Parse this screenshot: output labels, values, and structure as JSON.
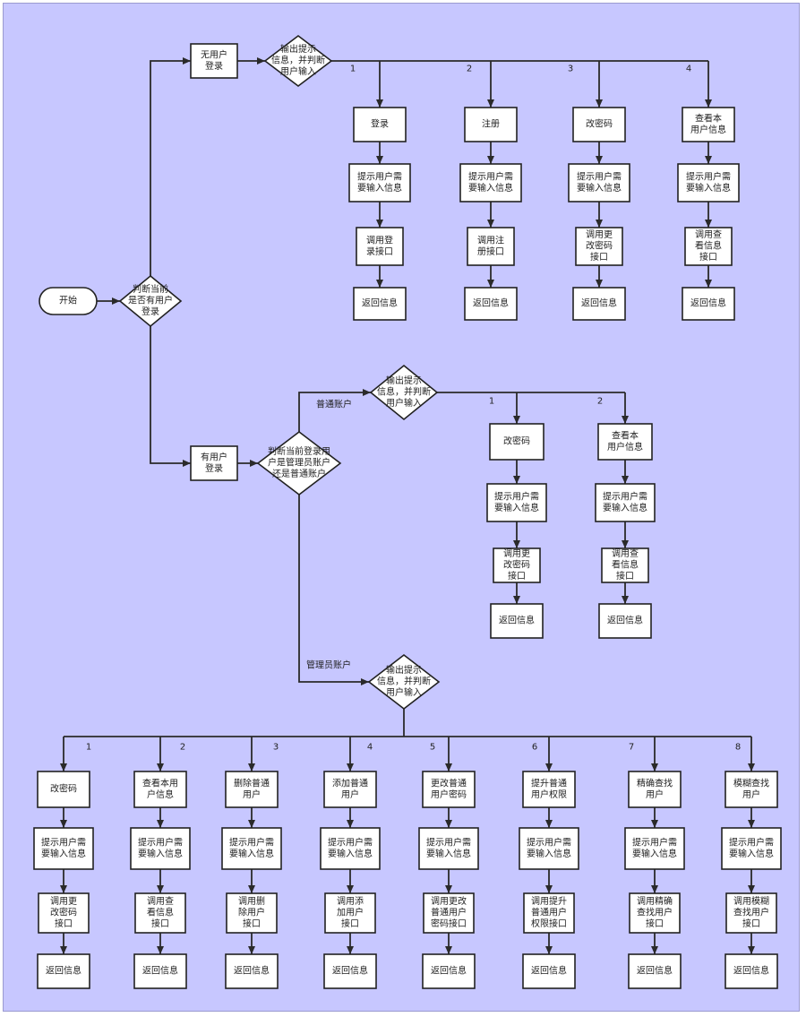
{
  "colors": {
    "background": "#c7c7ff",
    "node_fill": "#ffffff",
    "stroke": "#2a2a2a"
  },
  "nodes": {
    "start": [
      "开始"
    ],
    "judge_login": [
      "判断当前",
      "是否有用户",
      "登录"
    ],
    "no_user": [
      "无用户",
      "登录"
    ],
    "has_user": [
      "有用户",
      "登录"
    ],
    "prompt_top": [
      "输出提示",
      "信息，并判断",
      "用户输入"
    ],
    "t_login": [
      "登录"
    ],
    "t_login_in": [
      "提示用户需",
      "要输入信息"
    ],
    "t_login_call": [
      "调用登",
      "录接口"
    ],
    "t_login_ret": [
      "返回信息"
    ],
    "t_reg": [
      "注册"
    ],
    "t_reg_in": [
      "提示用户需",
      "要输入信息"
    ],
    "t_reg_call": [
      "调用注",
      "册接口"
    ],
    "t_reg_ret": [
      "返回信息"
    ],
    "t_pwd": [
      "改密码"
    ],
    "t_pwd_in": [
      "提示用户需",
      "要输入信息"
    ],
    "t_pwd_call": [
      "调用更",
      "改密码",
      "接口"
    ],
    "t_pwd_ret": [
      "返回信息"
    ],
    "t_view": [
      "查看本",
      "用户信息"
    ],
    "t_view_in": [
      "提示用户需",
      "要输入信息"
    ],
    "t_view_call": [
      "调用查",
      "看信息",
      "接口"
    ],
    "t_view_ret": [
      "返回信息"
    ],
    "judge_type": [
      "判断当前登录用",
      "户是管理员账户",
      "还是普通账户"
    ],
    "prompt_normal": [
      "输出提示",
      "信息，并判断",
      "用户输入"
    ],
    "n_pwd": [
      "改密码"
    ],
    "n_pwd_in": [
      "提示用户需",
      "要输入信息"
    ],
    "n_pwd_call": [
      "调用更",
      "改密码",
      "接口"
    ],
    "n_pwd_ret": [
      "返回信息"
    ],
    "n_view": [
      "查看本",
      "用户信息"
    ],
    "n_view_in": [
      "提示用户需",
      "要输入信息"
    ],
    "n_view_call": [
      "调用查",
      "看信息",
      "接口"
    ],
    "n_view_ret": [
      "返回信息"
    ],
    "prompt_admin": [
      "输出提示",
      "信息，并判断",
      "用户输入"
    ],
    "a1": [
      "改密码"
    ],
    "a1_in": [
      "提示用户需",
      "要输入信息"
    ],
    "a1_call": [
      "调用更",
      "改密码",
      "接口"
    ],
    "a1_ret": [
      "返回信息"
    ],
    "a2": [
      "查看本用",
      "户信息"
    ],
    "a2_in": [
      "提示用户需",
      "要输入信息"
    ],
    "a2_call": [
      "调用查",
      "看信息",
      "接口"
    ],
    "a2_ret": [
      "返回信息"
    ],
    "a3": [
      "删除普通",
      "用户"
    ],
    "a3_in": [
      "提示用户需",
      "要输入信息"
    ],
    "a3_call": [
      "调用删",
      "除用户",
      "接口"
    ],
    "a3_ret": [
      "返回信息"
    ],
    "a4": [
      "添加普通",
      "用户"
    ],
    "a4_in": [
      "提示用户需",
      "要输入信息"
    ],
    "a4_call": [
      "调用添",
      "加用户",
      "接口"
    ],
    "a4_ret": [
      "返回信息"
    ],
    "a5": [
      "更改普通",
      "用户密码"
    ],
    "a5_in": [
      "提示用户需",
      "要输入信息"
    ],
    "a5_call": [
      "调用更改",
      "普通用户",
      "密码接口"
    ],
    "a5_ret": [
      "返回信息"
    ],
    "a6": [
      "提升普通",
      "用户权限"
    ],
    "a6_in": [
      "提示用户需",
      "要输入信息"
    ],
    "a6_call": [
      "调用提升",
      "普通用户",
      "权限接口"
    ],
    "a6_ret": [
      "返回信息"
    ],
    "a7": [
      "精确查找",
      "用户"
    ],
    "a7_in": [
      "提示用户需",
      "要输入信息"
    ],
    "a7_call": [
      "调用精确",
      "查找用户",
      "接口"
    ],
    "a7_ret": [
      "返回信息"
    ],
    "a8": [
      "模糊查找",
      "用户"
    ],
    "a8_in": [
      "提示用户需",
      "要输入信息"
    ],
    "a8_call": [
      "调用模糊",
      "查找用户",
      "接口"
    ],
    "a8_ret": [
      "返回信息"
    ]
  },
  "edge_labels": {
    "top_1": "1",
    "top_2": "2",
    "top_3": "3",
    "top_4": "4",
    "normal_account": "普通账户",
    "admin_account": "管理员账户",
    "normal_1": "1",
    "normal_2": "2",
    "admin_1": "1",
    "admin_2": "2",
    "admin_3": "3",
    "admin_4": "4",
    "admin_5": "5",
    "admin_6": "6",
    "admin_7": "7",
    "admin_8": "8"
  }
}
